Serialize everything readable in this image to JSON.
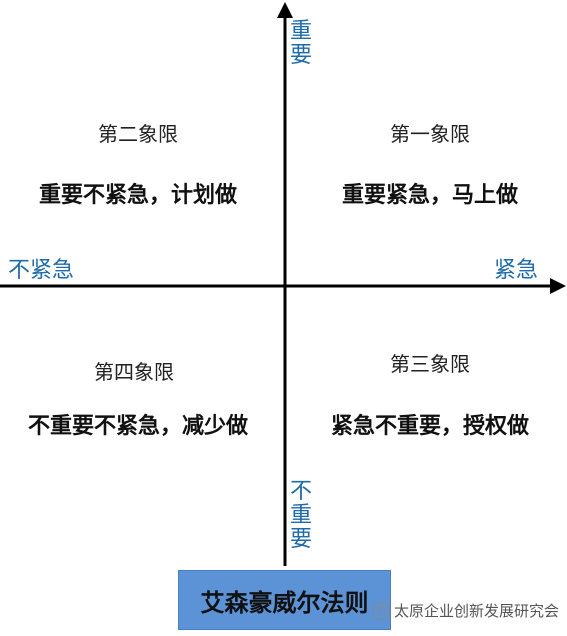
{
  "quadrants": {
    "q1": {
      "title": "第一象限",
      "desc": "重要紧急，马上做"
    },
    "q2": {
      "title": "第二象限",
      "desc": "重要不紧急，计划做"
    },
    "q3": {
      "title": "第三象限",
      "desc": "紧急不重要，授权做"
    },
    "q4": {
      "title": "第四象限",
      "desc": "不重要不紧急，减少做"
    }
  },
  "axes": {
    "up": "重要",
    "down": "不重要",
    "left": "不紧急",
    "right": "紧急"
  },
  "title": "艾森豪威尔法则",
  "watermark": {
    "text": "太原企业创新发展研究会"
  },
  "colors": {
    "axis_label": "#1f6aa8",
    "title_box": "#5b93d6",
    "axis_line": "#000000"
  }
}
